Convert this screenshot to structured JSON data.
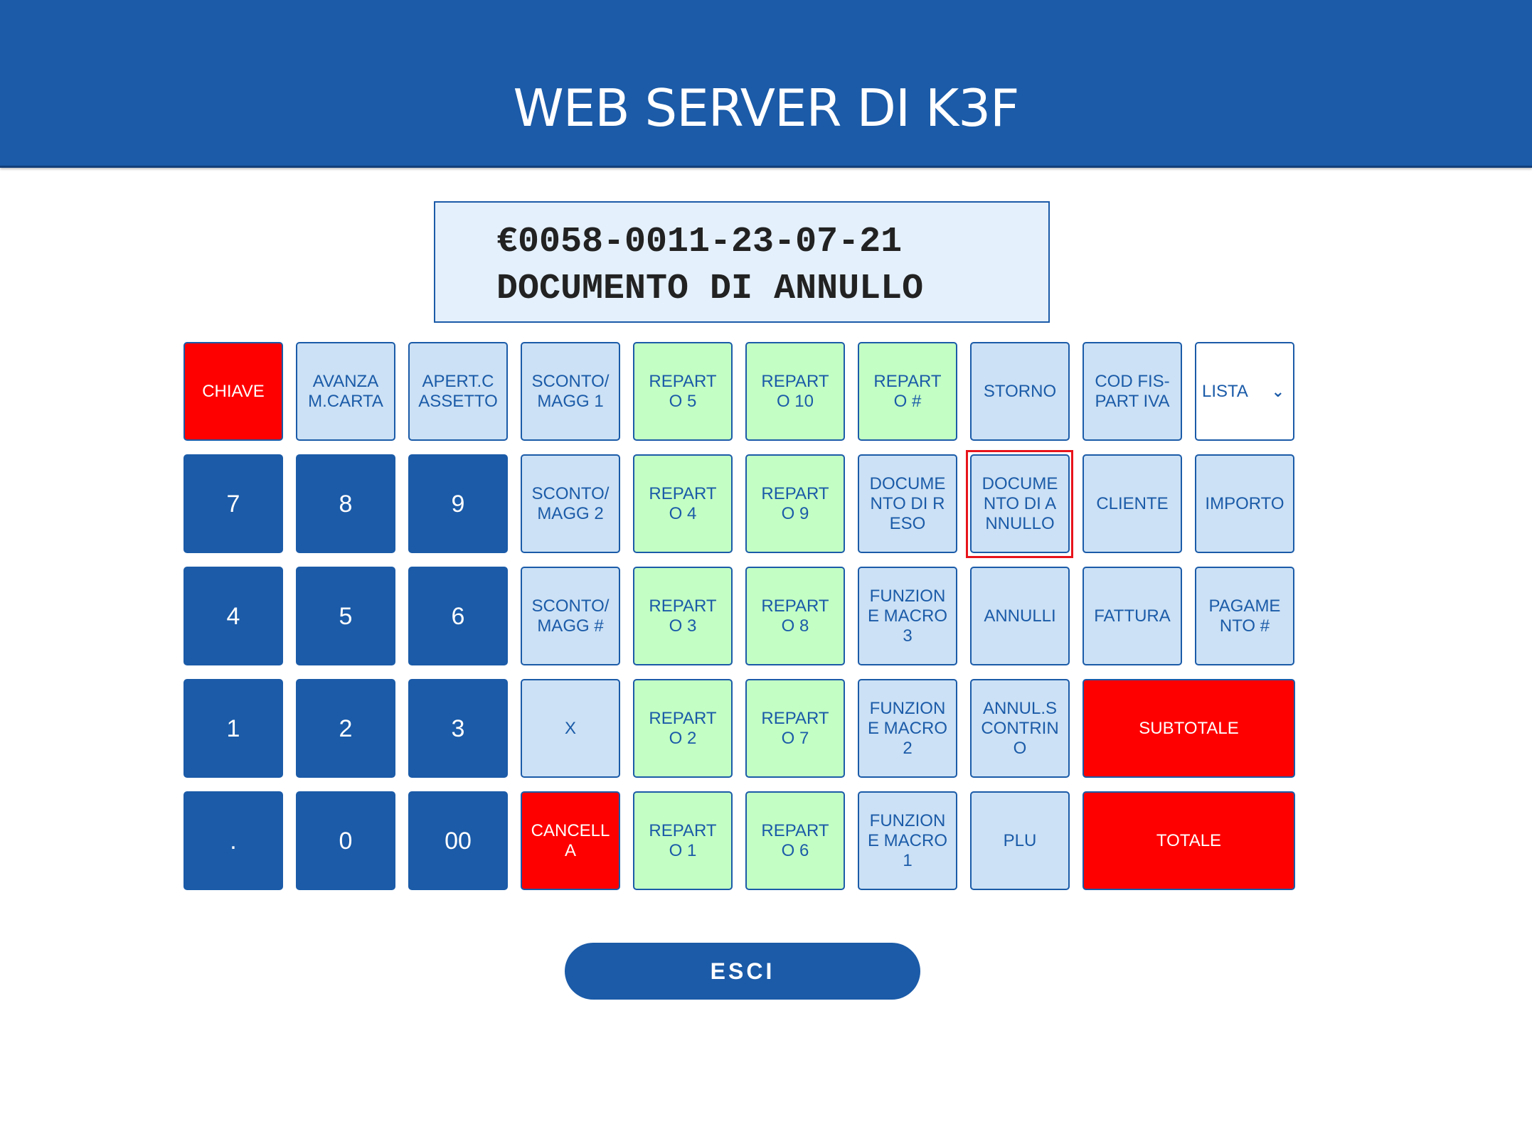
{
  "header": {
    "title": "WEB SERVER DI K3F"
  },
  "display": {
    "line1": "€0058-0011-23-07-21",
    "line2": "DOCUMENTO DI ANNULLO"
  },
  "keys": {
    "chiave": "CHIAVE",
    "avanza": "AVANZA\nM.CARTA",
    "apert": "APERT.C\nASSETTO",
    "sconto1": "SCONTO/\nMAGG 1",
    "rep5": "REPART\nO 5",
    "rep10": "REPART\nO 10",
    "repH": "REPART\nO #",
    "storno": "STORNO",
    "codfis": "COD FIS-\nPART IVA",
    "lista": "LISTA",
    "n7": "7",
    "n8": "8",
    "n9": "9",
    "sconto2": "SCONTO/\nMAGG 2",
    "rep4": "REPART\nO 4",
    "rep9": "REPART\nO 9",
    "docreso": "DOCUME\nNTO DI R\nESO",
    "docannullo": "DOCUME\nNTO DI A\nNNULLO",
    "cliente": "CLIENTE",
    "importo": "IMPORTO",
    "n4": "4",
    "n5": "5",
    "n6": "6",
    "scontoH": "SCONTO/\nMAGG #",
    "rep3": "REPART\nO 3",
    "rep8": "REPART\nO 8",
    "macro3": "FUNZION\nE MACRO\n3",
    "annulli": "ANNULLI",
    "fattura": "FATTURA",
    "pagamento": "PAGAME\nNTO #",
    "n1": "1",
    "n2": "2",
    "n3": "3",
    "x": "X",
    "rep2": "REPART\nO 2",
    "rep7": "REPART\nO 7",
    "macro2": "FUNZION\nE MACRO\n2",
    "annulscontrino": "ANNUL.S\nCONTRIN\nO",
    "subtotale": "SUBTOTALE",
    "dot": ".",
    "n0": "0",
    "n00": "00",
    "cancella": "CANCELL\nA",
    "rep1": "REPART\nO 1",
    "rep6": "REPART\nO 6",
    "macro1": "FUNZION\nE MACRO\n1",
    "plu": "PLU",
    "totale": "TOTALE"
  },
  "exit_label": "ESCI",
  "colors": {
    "brand_blue": "#1b5ba8",
    "red": "#ff0000",
    "light_blue": "#cce1f5",
    "green": "#c3ffc4",
    "display_bg": "#e4f0fc"
  },
  "icons": {
    "lista_dropdown": "chevron-down-icon"
  }
}
